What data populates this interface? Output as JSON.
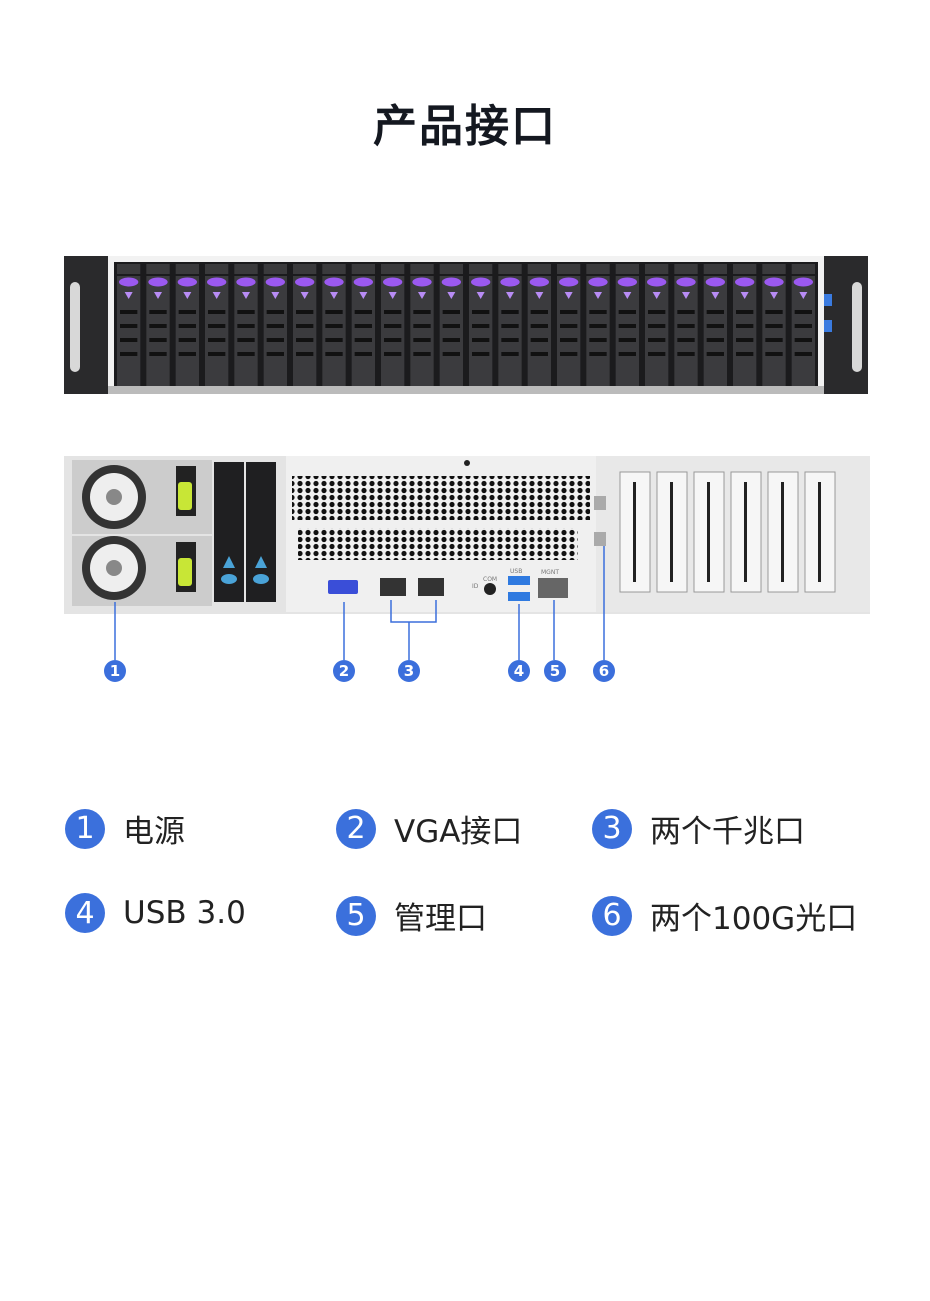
{
  "title": "产品接口",
  "front_panel": {
    "drive_bays": 24
  },
  "rear_panel": {
    "labels": {
      "usb": "USB",
      "mgmt": "MGNT",
      "com": "COM",
      "id": "ID"
    },
    "callouts": [
      "1",
      "2",
      "3",
      "4",
      "5",
      "6"
    ]
  },
  "legend": [
    {
      "number": "1",
      "label": "电源"
    },
    {
      "number": "2",
      "label": "VGA接口"
    },
    {
      "number": "3",
      "label": "两个千兆口"
    },
    {
      "number": "4",
      "label": "USB 3.0"
    },
    {
      "number": "5",
      "label": "管理口"
    },
    {
      "number": "6",
      "label": "两个100G光口"
    }
  ],
  "colors": {
    "accent": "#3b70dc",
    "drive_led": "#9b59f0",
    "latch": "#c8e636"
  }
}
